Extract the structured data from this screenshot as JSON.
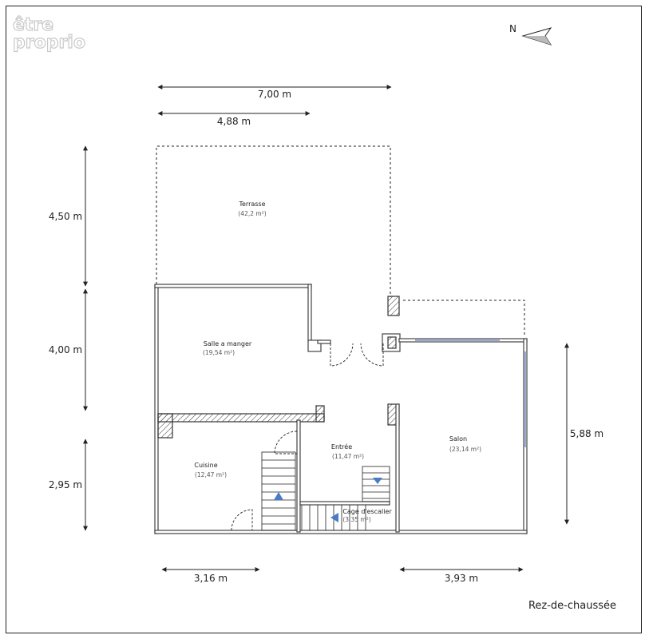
{
  "logo": {
    "line1": "être",
    "line2": "proprio"
  },
  "north": {
    "label": "N"
  },
  "level": "Rez-de-chaussée",
  "dimensions": {
    "top_total": "7,00 m",
    "top_partial": "4,88 m",
    "left_terrace": "4,50 m",
    "left_middle": "4,00 m",
    "left_bottom": "2,95 m",
    "right_salon": "5,88 m",
    "bottom_left": "3,16 m",
    "bottom_right": "3,93 m"
  },
  "rooms": {
    "terrasse": {
      "name": "Terrasse",
      "area": "(42,2 m²)"
    },
    "salle_a_manger": {
      "name": "Salle a manger",
      "area": "(19,54 m²)"
    },
    "salon": {
      "name": "Salon",
      "area": "(23,14 m²)"
    },
    "entree": {
      "name": "Entrée",
      "area": "(11,47 m²)"
    },
    "cuisine": {
      "name": "Cuisine",
      "area": "(12,47 m²)"
    },
    "cage_escalier": {
      "name": "Cage d'escalier",
      "area": "(3,35 m²)"
    }
  },
  "colors": {
    "wall": "#555555",
    "line": "#222222",
    "stair_arrow": "#4a7bc4",
    "window": "#7a8fc8"
  }
}
